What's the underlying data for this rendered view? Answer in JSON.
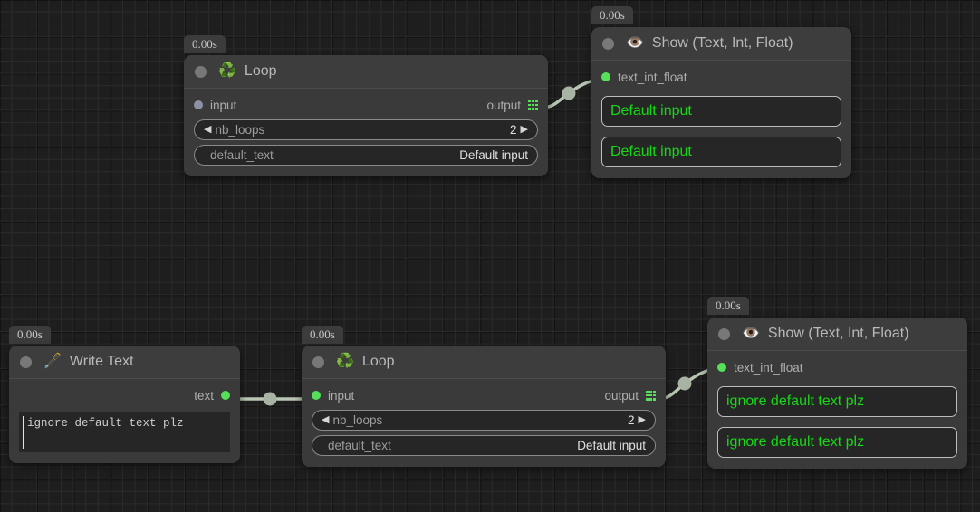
{
  "app": {
    "type": "node-graph-editor",
    "canvas_background": "#1e1e1e",
    "grid_minor_color": "#2b2b2b",
    "grid_major_color": "#121212",
    "accent_green": "#16d816",
    "port_connected_color": "#56e05a",
    "port_unconnected_color": "#8e90a8",
    "wire_color": "#b9c6b3"
  },
  "nodes": [
    {
      "id": "loop-1",
      "title": "Loop",
      "emoji": "♻️",
      "icon_name": "recycle-icon",
      "time_badge": "0.00s",
      "inputs": [
        {
          "label": "input",
          "state": "unconnected"
        }
      ],
      "outputs": [
        {
          "label": "output",
          "icon_name": "list-grid-icon"
        }
      ],
      "params": [
        {
          "name": "nb_loops",
          "value": "2",
          "stepper": true,
          "left_arrow": "◀",
          "right_arrow": "▶"
        },
        {
          "name": "default_text",
          "value": "Default input",
          "stepper": false
        }
      ]
    },
    {
      "id": "show-1",
      "title": "Show (Text, Int, Float)",
      "emoji": "👁️",
      "icon_name": "eye-icon",
      "time_badge": "0.00s",
      "inputs": [
        {
          "label": "text_int_float",
          "state": "connected"
        }
      ],
      "displays": [
        "Default input",
        "Default input"
      ]
    },
    {
      "id": "write-text-1",
      "title": "Write Text",
      "emoji": "🖋️",
      "icon_name": "fountain-pen-icon",
      "time_badge": "0.00s",
      "outputs": [
        {
          "label": "text",
          "state": "connected"
        }
      ],
      "textarea": "ignore default text plz"
    },
    {
      "id": "loop-2",
      "title": "Loop",
      "emoji": "♻️",
      "icon_name": "recycle-icon",
      "time_badge": "0.00s",
      "inputs": [
        {
          "label": "input",
          "state": "connected"
        }
      ],
      "outputs": [
        {
          "label": "output",
          "icon_name": "list-grid-icon"
        }
      ],
      "params": [
        {
          "name": "nb_loops",
          "value": "2",
          "stepper": true,
          "left_arrow": "◀",
          "right_arrow": "▶"
        },
        {
          "name": "default_text",
          "value": "Default input",
          "stepper": false
        }
      ]
    },
    {
      "id": "show-2",
      "title": "Show (Text, Int, Float)",
      "emoji": "👁️",
      "icon_name": "eye-icon",
      "time_badge": "0.00s",
      "inputs": [
        {
          "label": "text_int_float",
          "state": "connected"
        }
      ],
      "displays": [
        "ignore default text plz",
        "ignore default text plz"
      ]
    }
  ],
  "connections": [
    {
      "from": "loop-1.output",
      "to": "show-1.text_int_float"
    },
    {
      "from": "write-text-1.text",
      "to": "loop-2.input"
    },
    {
      "from": "loop-2.output",
      "to": "show-2.text_int_float"
    }
  ]
}
